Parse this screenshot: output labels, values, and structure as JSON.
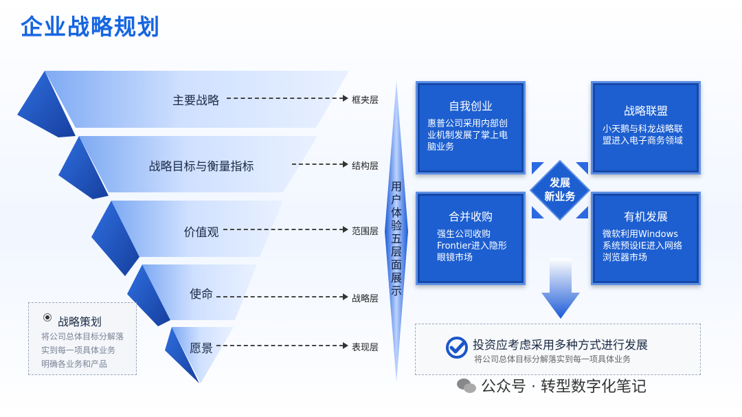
{
  "title": "企业战略规划",
  "pyramid": {
    "levels": [
      {
        "label": "主要战略",
        "layer": "框夹层"
      },
      {
        "label": "战略目标与衡量指标",
        "layer": "结构层"
      },
      {
        "label": "价值观",
        "layer": "范围层"
      },
      {
        "label": "使命",
        "layer": "战略层"
      },
      {
        "label": "愿景",
        "layer": "表现层"
      }
    ]
  },
  "vertical_label": "用户体验五层面展示",
  "strategy_note": {
    "title": "战略策划",
    "lines": [
      "将公司总体目标分解落",
      "实到每一项具体业务",
      "明确各业务和产品"
    ]
  },
  "boxes": {
    "top_left": {
      "title": "自我创业",
      "lines": [
        "惠普公司采用内部创",
        "业机制发展了掌上电",
        "脑业务"
      ]
    },
    "top_right": {
      "title": "战略联盟",
      "lines": [
        "小天鹅与科龙战略联",
        "盟进入电子商务领域"
      ]
    },
    "bottom_left": {
      "title": "合并收购",
      "lines": [
        "强生公司收购",
        "Frontier进入隐形",
        "眼镜市场"
      ]
    },
    "bottom_right": {
      "title": "有机发展",
      "lines": [
        "微软利用Windows",
        "系统预设IE进入网络",
        "浏览器市场"
      ]
    }
  },
  "center": {
    "line1": "发展",
    "line2": "新业务"
  },
  "conclusion": {
    "title": "投资应考虑采用多种方式进行发展",
    "desc": "将公司总体目标分解落实到每一项具体业务"
  },
  "watermark": "公众号 · 转型数字化笔记",
  "colors": {
    "accent": "#1565e0",
    "box": "#1d5fd0",
    "pyramid_light": "#a9c8fb",
    "pyramid_dark": "#1e55c8"
  }
}
